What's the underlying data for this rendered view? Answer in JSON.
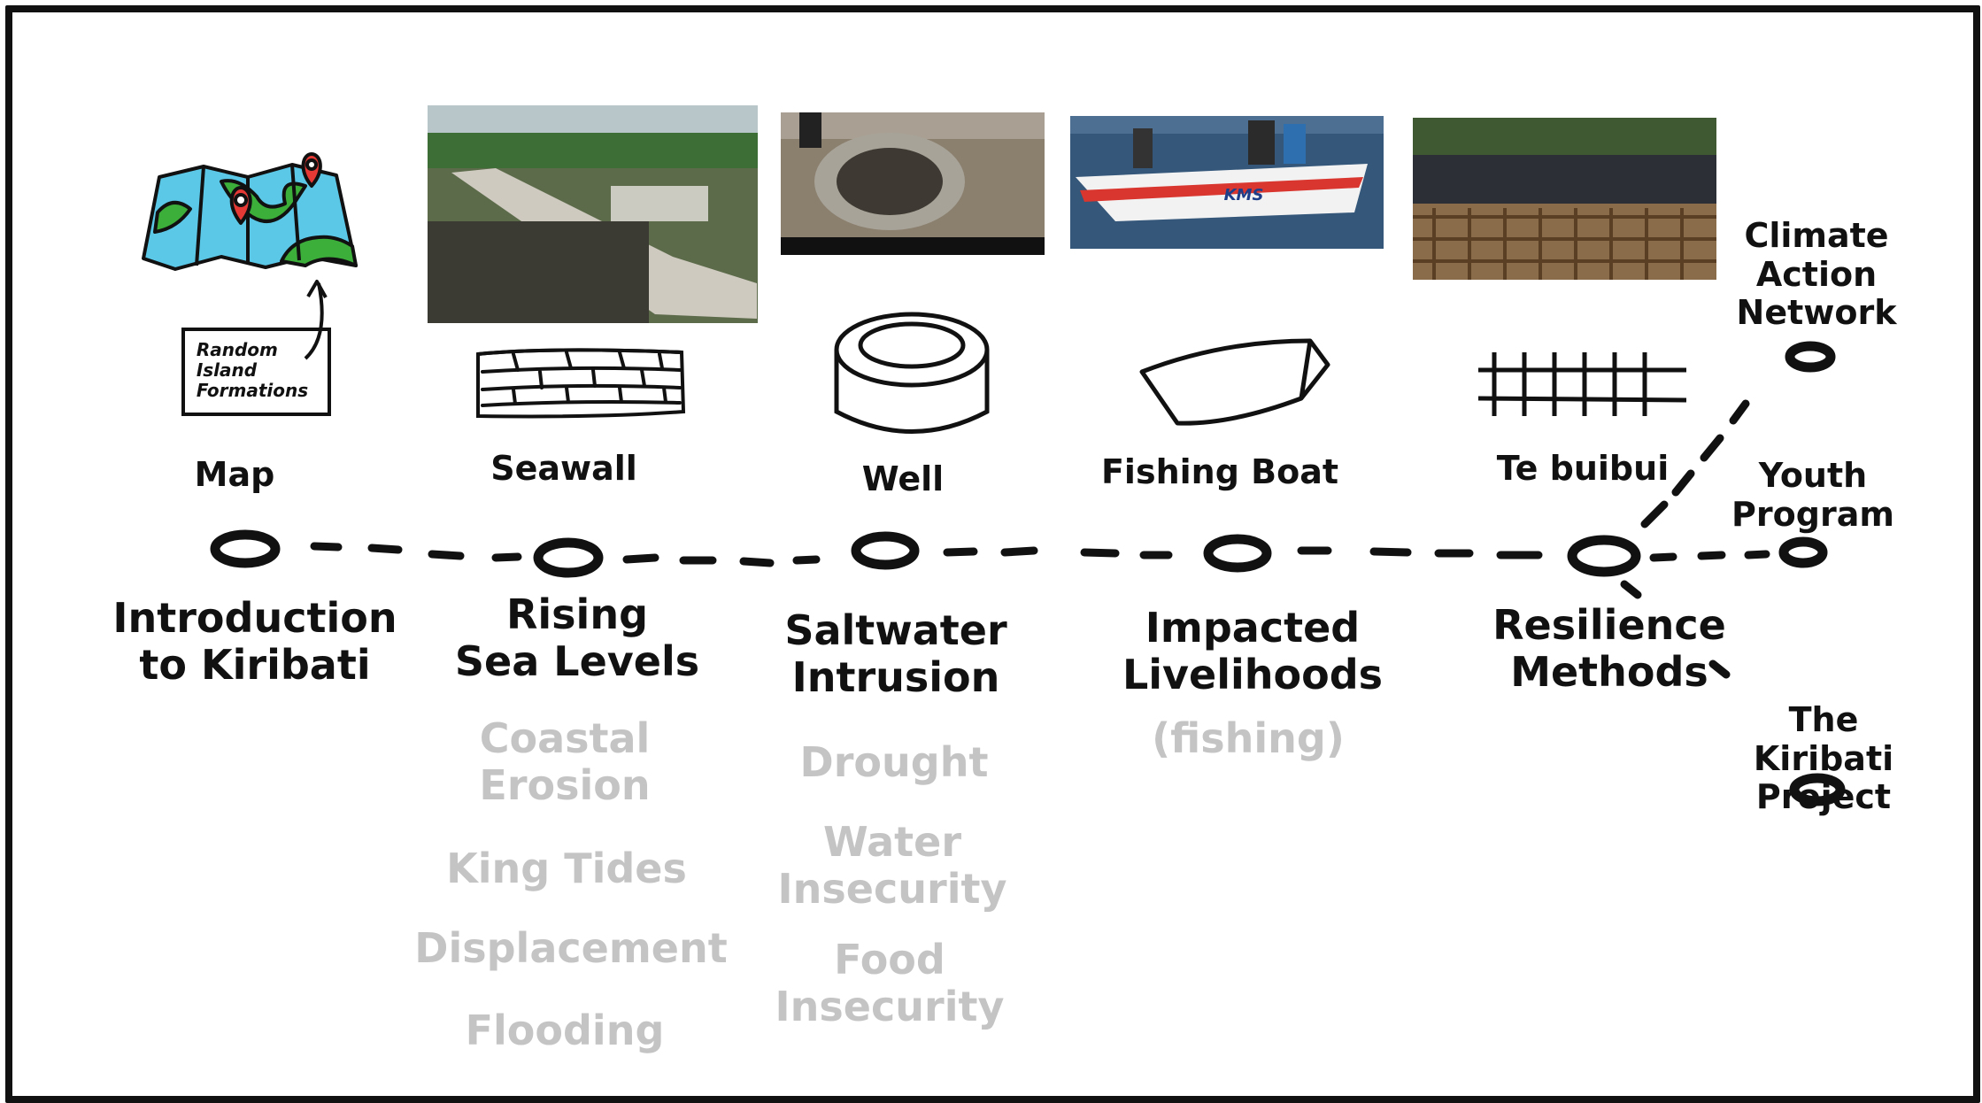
{
  "timeline": {
    "nodes": [
      {
        "id": "intro",
        "title": "Introduction\nto Kiribati",
        "icon_label": "Map",
        "icon": "map-icon",
        "subtopics": []
      },
      {
        "id": "sea",
        "title": "Rising\nSea Levels",
        "icon_label": "Seawall",
        "icon": "seawall-icon",
        "subtopics": [
          "Coastal\nErosion",
          "King Tides",
          "Displacement",
          "Flooding"
        ]
      },
      {
        "id": "salt",
        "title": "Saltwater\nIntrusion",
        "icon_label": "Well",
        "icon": "well-icon",
        "subtopics": [
          "Drought",
          "Water\nInsecurity",
          "Food\nInsecurity"
        ]
      },
      {
        "id": "live",
        "title": "Impacted\nLivelihoods",
        "icon_label": "Fishing Boat",
        "icon": "boat-icon",
        "subtopics": [
          "(fishing)"
        ]
      },
      {
        "id": "res",
        "title": "Resilience\nMethods",
        "icon_label": "Te buibui",
        "icon": "fence-icon",
        "subtopics": []
      }
    ],
    "branches": [
      {
        "id": "can",
        "label": "Climate\nAction\nNetwork"
      },
      {
        "id": "youth",
        "label": "Youth\nProgram"
      },
      {
        "id": "tkp",
        "label": "The Kiribati\nProject"
      }
    ],
    "map_note": "Random\nIsland\nFormations"
  },
  "photos": [
    {
      "name": "seawall-photo",
      "content": "seawall"
    },
    {
      "name": "well-photo",
      "content": "well"
    },
    {
      "name": "boat-photo",
      "content": "boat",
      "boat_text": "KMS"
    },
    {
      "name": "fence-photo",
      "content": "fence"
    }
  ],
  "colors": {
    "ink": "#111111",
    "faded": "#c4c4c4",
    "map_blue": "#5bc8e8",
    "map_green": "#3cae3a",
    "pin_red": "#e53935"
  }
}
